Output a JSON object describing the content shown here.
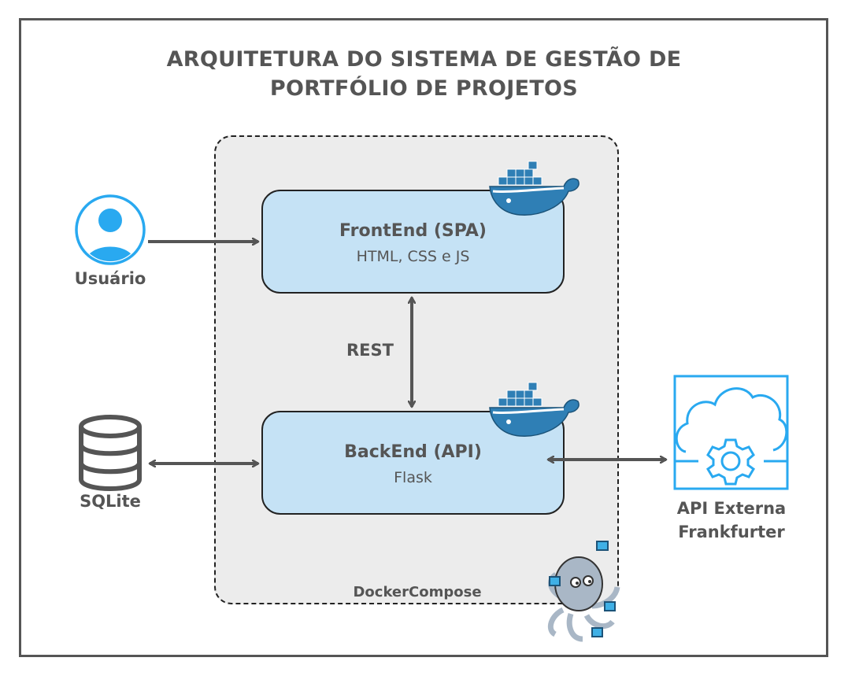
{
  "title": {
    "line1": "ARQUITETURA DO SISTEMA DE GESTÃO DE",
    "line2": "PORTFÓLIO DE PROJETOS"
  },
  "compose_label": "DockerCompose",
  "frontend": {
    "title": "FrontEnd (SPA)",
    "subtitle": "HTML, CSS e JS"
  },
  "backend": {
    "title": "BackEnd (API)",
    "subtitle": "Flask"
  },
  "rest_label": "REST",
  "user_label": "Usuário",
  "database_label": "SQLite",
  "external_api": {
    "line1": "API Externa",
    "line2": "Frankfurter"
  },
  "colors": {
    "text": "#555555",
    "box_fill": "#c5e2f5",
    "compose_fill": "#ececec",
    "accent_blue": "#29a9f0",
    "docker_blue": "#2f7fb5"
  },
  "icons": [
    "user-icon",
    "database-icon",
    "cloud-gear-icon",
    "docker-whale-icon",
    "docker-compose-octopus-icon"
  ]
}
